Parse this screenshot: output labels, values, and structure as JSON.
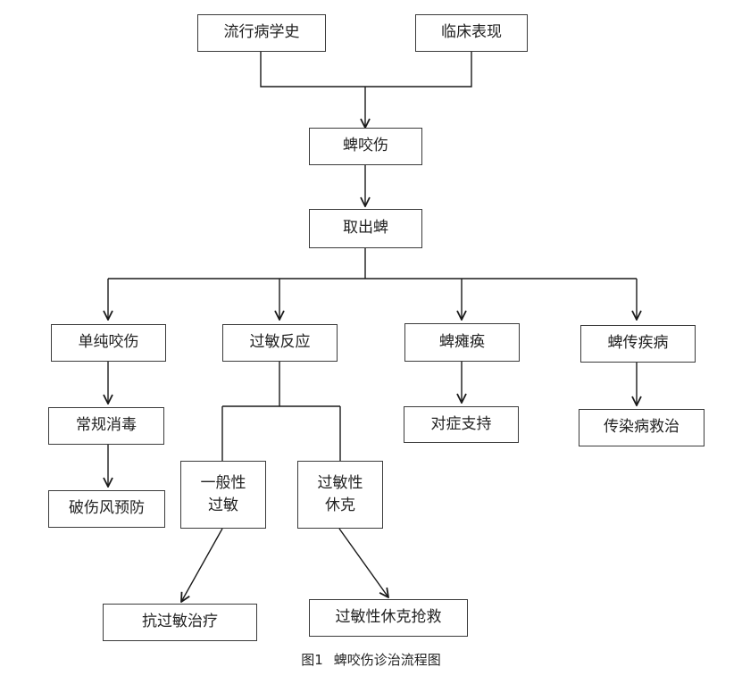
{
  "nodes": {
    "epidemiology": "流行病学史",
    "clinical": "临床表现",
    "tick_bite": "蜱咬伤",
    "remove_tick": "取出蜱",
    "simple_bite": "单纯咬伤",
    "allergic_reaction": "过敏反应",
    "tick_paralysis": "蜱瘫痪",
    "tick_borne_disease": "蜱传疾病",
    "routine_disinfection": "常规消毒",
    "tetanus_prevention": "破伤风预防",
    "general_allergy_line1": "一般性",
    "general_allergy_line2": "过敏",
    "anaphylactic_shock_line1": "过敏性",
    "anaphylactic_shock_line2": "休克",
    "symptomatic_support": "对症支持",
    "infectious_treatment": "传染病救治",
    "anti_allergy_treatment": "抗过敏治疗",
    "shock_rescue": "过敏性休克抢救"
  },
  "caption": {
    "figure_number": "图1",
    "title": "蜱咬伤诊治流程图"
  },
  "colors": {
    "line": "#1a1a1a",
    "box_border": "#3a3a3a",
    "text": "#222222"
  }
}
